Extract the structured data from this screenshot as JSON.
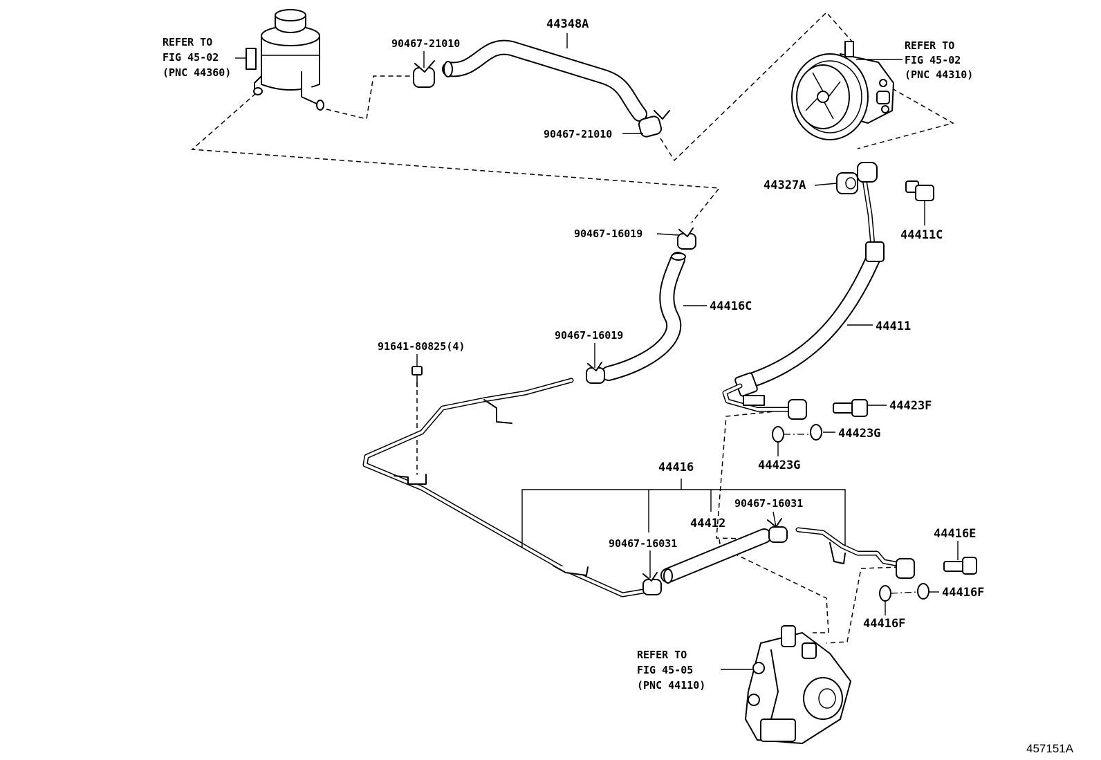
{
  "labels": {
    "p44348A": "44348A",
    "p90467_21010_a": "90467-21010",
    "p90467_21010_b": "90467-21010",
    "p44327A": "44327A",
    "p44411C": "44411C",
    "p90467_16019_a": "90467-16019",
    "p44416C": "44416C",
    "p90467_16019_b": "90467-16019",
    "p44411": "44411",
    "p91641": "91641-80825(4)",
    "p44423F": "44423F",
    "p44423G_a": "44423G",
    "p44423G_b": "44423G",
    "p44416": "44416",
    "p44412": "44412",
    "p90467_16031_a": "90467-16031",
    "p90467_16031_b": "90467-16031",
    "p44416E": "44416E",
    "p44416F_a": "44416F",
    "p44416F_b": "44416F"
  },
  "refs": {
    "reservoir": {
      "line1": "REFER TO",
      "line2": "FIG 45-02",
      "line3": "(PNC 44360)"
    },
    "pump": {
      "line1": "REFER TO",
      "line2": "FIG 45-02",
      "line3": "(PNC 44310)"
    },
    "gear": {
      "line1": "REFER TO",
      "line2": "FIG 45-05",
      "line3": "(PNC 44110)"
    }
  },
  "footer": {
    "illustration_id": "457151A"
  }
}
